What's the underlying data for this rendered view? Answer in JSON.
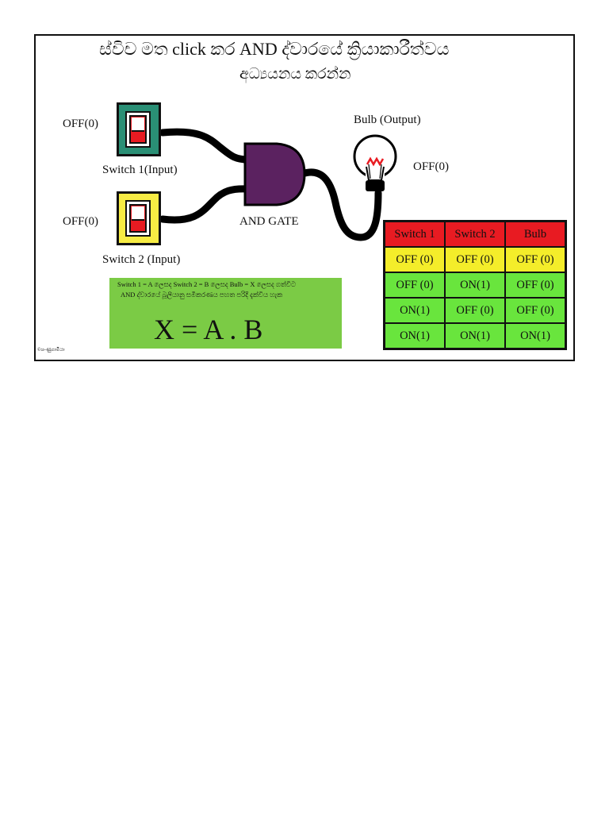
{
  "title": {
    "line1": "ස්විච මත click කර AND ද්වාරයේ ක්‍රියාකාරීත්වය",
    "line2": "අධ්‍යයනය කරන්න"
  },
  "switch1": {
    "state_label": "OFF(0)",
    "label": "Switch 1(Input)",
    "color": "#2a8f75"
  },
  "switch2": {
    "state_label": "OFF(0)",
    "label": "Switch 2 (Input)",
    "color": "#f7ec44"
  },
  "gate": {
    "label": "AND GATE",
    "color": "#5b2260"
  },
  "bulb": {
    "label": "Bulb (Output)",
    "state_label": "OFF(0)"
  },
  "truth_table": {
    "headers": [
      "Switch 1",
      "Switch 2",
      "Bulb"
    ],
    "rows": [
      [
        "OFF (0)",
        "OFF (0)",
        "OFF (0)"
      ],
      [
        "OFF (0)",
        "ON(1)",
        "OFF (0)"
      ],
      [
        "ON(1)",
        "OFF (0)",
        "OFF (0)"
      ],
      [
        "ON(1)",
        "ON(1)",
        "ON(1)"
      ]
    ],
    "colors": {
      "header": "#e81b22",
      "highlight": "#f4ed2a",
      "row": "#69e53d"
    }
  },
  "equation": {
    "note_line1": "Switch 1 = A ලෙසද Switch 2 = B ලෙසද Bulb = X ලෙසද ගත්විට",
    "note_line2": "AND ද්වාරයේ බූලීයානු සමීකරණය පහත පරිදි දැක්විය හැක",
    "formula": "X = A . B",
    "background": "#7bcb45"
  },
  "copyright": "©ශ-ණුගාමියා"
}
